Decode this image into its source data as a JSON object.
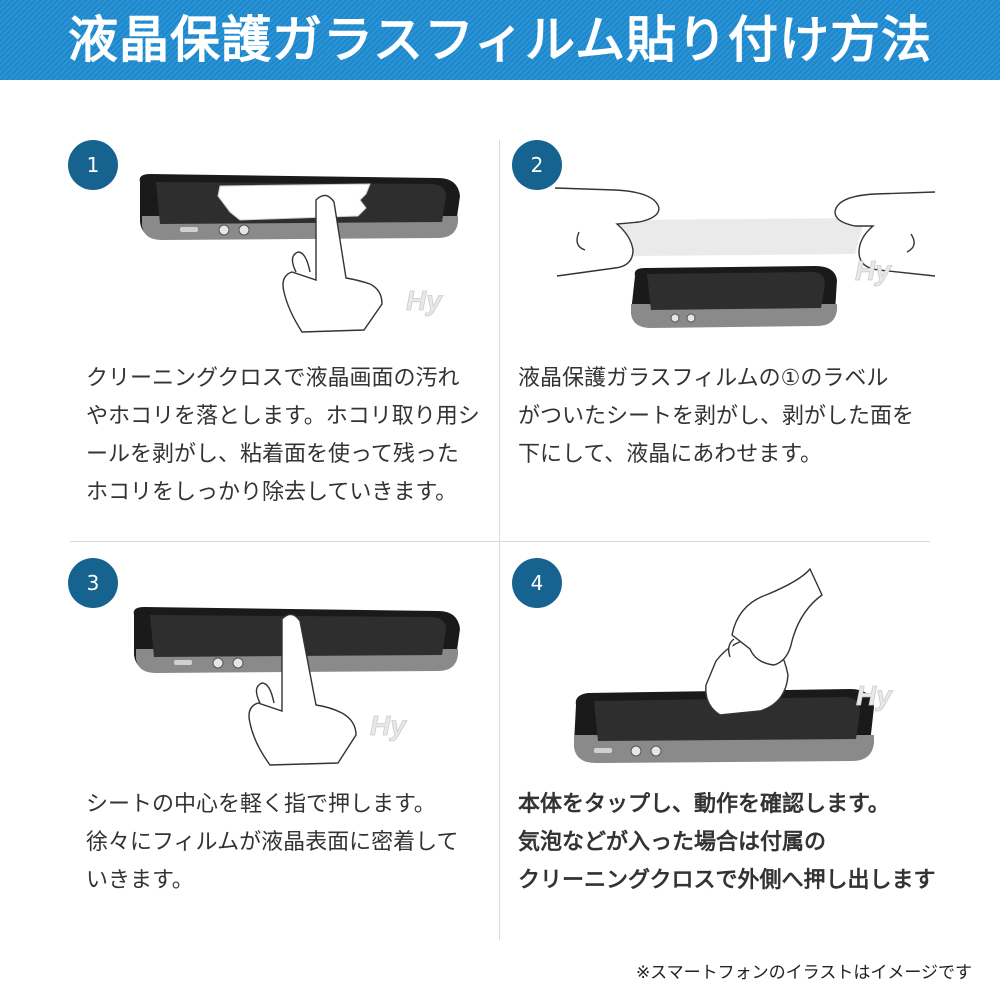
{
  "header": {
    "title": "液晶保護ガラスフィルム貼り付け方法"
  },
  "steps": [
    {
      "number": "1",
      "lines": [
        "クリーニングクロスで液晶画面の汚れ",
        "やホコリを落とします。ホコリ取り用シ",
        "ールを剥がし、粘着面を使って残った",
        "ホコリをしっかり除去していきます。"
      ],
      "illustration": "phone-cleaning-cloth-hand"
    },
    {
      "number": "2",
      "lines": [
        "液晶保護ガラスフィルムの①のラベル",
        "がついたシートを剥がし、剥がした面を",
        "下にして、液晶にあわせます。"
      ],
      "illustration": "hands-aligning-film-over-phone"
    },
    {
      "number": "3",
      "lines": [
        "シートの中心を軽く指で押します。",
        "徐々にフィルムが液晶表面に密着して",
        "いきます。"
      ],
      "illustration": "finger-pressing-phone-center"
    },
    {
      "number": "4",
      "lines": [
        "本体をタップし、動作を確認します。",
        "気泡などが入った場合は付属の",
        "クリーニングクロスで外側へ押し出します"
      ],
      "illustration": "hand-pushing-bubbles-outward"
    }
  ],
  "watermark": "Hy",
  "footnote": "※スマートフォンのイラストはイメージです",
  "colors": {
    "banner": "#1f86c9",
    "step_circle": "#17638f",
    "text": "#333333",
    "divider": "#d9d9d9"
  }
}
